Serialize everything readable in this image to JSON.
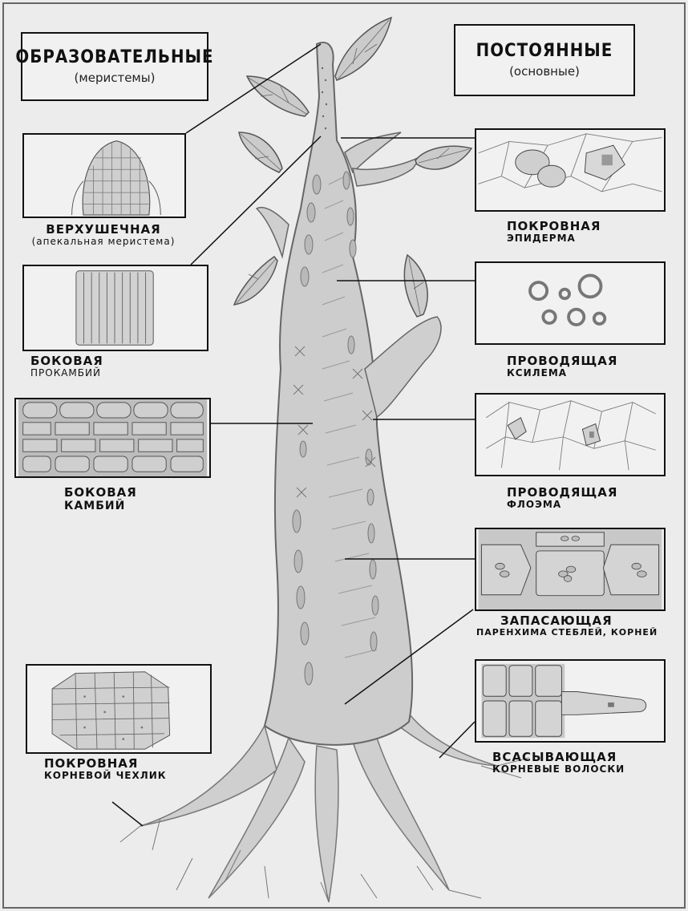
{
  "headers": {
    "left": {
      "title": "ОБРАЗОВАТЕЛЬНЫЕ",
      "subtitle": "(меристемы)"
    },
    "right": {
      "title": "ПОСТОЯННЫЕ",
      "subtitle": "(основные)"
    }
  },
  "left_tissues": [
    {
      "name": "ВЕРХУШЕЧНАЯ",
      "detail": "(апекальная меристема)"
    },
    {
      "name": "БОКОВАЯ",
      "detail": "ПРОКАМБИЙ"
    },
    {
      "name": "БОКОВАЯ",
      "detail": "КАМБИЙ"
    },
    {
      "name": "ПОКРОВНАЯ",
      "detail": "КОРНЕВОЙ ЧЕХЛИК"
    }
  ],
  "right_tissues": [
    {
      "name": "ПОКРОВНАЯ",
      "detail": "ЭПИДЕРМА"
    },
    {
      "name": "ПРОВОДЯЩАЯ",
      "detail": "КСИЛЕМА"
    },
    {
      "name": "ПРОВОДЯЩАЯ",
      "detail": "ФЛОЭМА"
    },
    {
      "name": "ЗАПАСАЮЩАЯ",
      "detail": "ПАРЕНХИМА СТЕБЛЕЙ, КОРНЕЙ"
    },
    {
      "name": "ВСАСЫВАЮЩАЯ",
      "detail": "КОРНЕВЫЕ ВОЛОСКИ"
    }
  ]
}
